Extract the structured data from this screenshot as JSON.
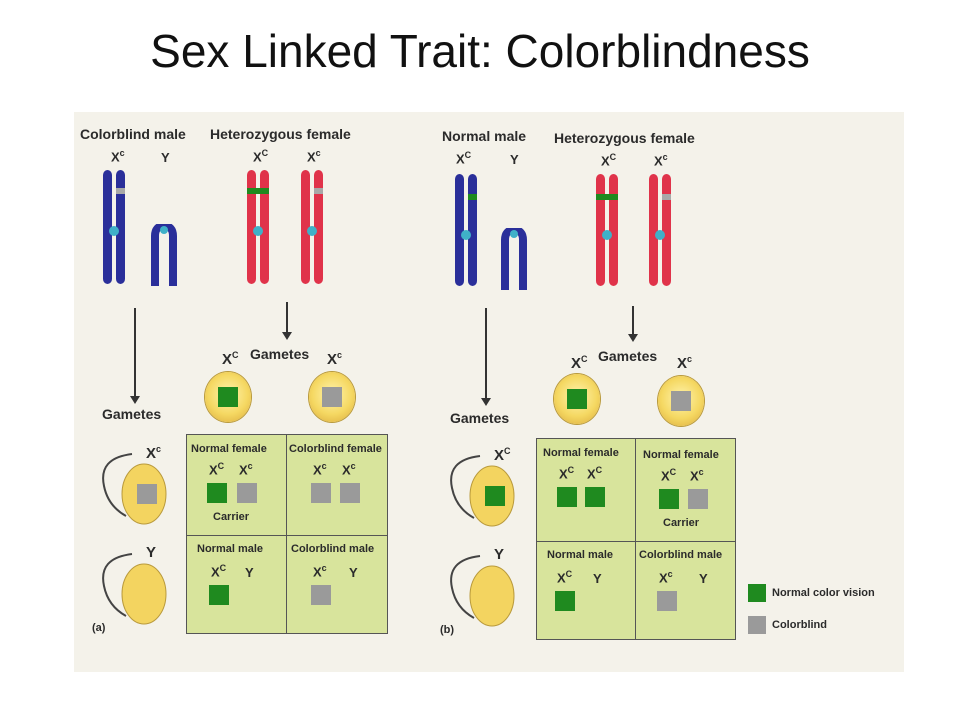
{
  "title": "Sex Linked Trait: Colorblindness",
  "colors": {
    "normal": "#1f8a1f",
    "colorblind": "#9a9a9a",
    "male_chrom": "#2a2f9a",
    "female_chrom": "#e0334a",
    "punnett": "#d8e49c"
  },
  "panel_a": {
    "tag": "(a)",
    "male_label": "Colorblind male",
    "female_label": "Heterozygous female",
    "male_x": "X",
    "male_x_sup": "c",
    "male_y": "Y",
    "female_x1": "X",
    "female_x1_sup": "C",
    "female_x2": "X",
    "female_x2_sup": "c",
    "gametes_female": "Gametes",
    "gametes_male": "Gametes",
    "egg1": "X",
    "egg1_sup": "C",
    "egg2": "X",
    "egg2_sup": "c",
    "sperm1": "X",
    "sperm1_sup": "c",
    "sperm2": "Y",
    "cells": [
      {
        "title": "Normal female",
        "a1": "X",
        "a1_sup": "C",
        "a2": "X",
        "a2_sup": "c",
        "note": "Carrier"
      },
      {
        "title": "Colorblind female",
        "a1": "X",
        "a1_sup": "c",
        "a2": "X",
        "a2_sup": "c",
        "note": ""
      },
      {
        "title": "Normal male",
        "a1": "X",
        "a1_sup": "C",
        "a2": "Y",
        "a2_sup": "",
        "note": ""
      },
      {
        "title": "Colorblind male",
        "a1": "X",
        "a1_sup": "c",
        "a2": "Y",
        "a2_sup": "",
        "note": ""
      }
    ]
  },
  "panel_b": {
    "tag": "(b)",
    "male_label": "Normal male",
    "female_label": "Heterozygous female",
    "male_x": "X",
    "male_x_sup": "C",
    "male_y": "Y",
    "female_x1": "X",
    "female_x1_sup": "C",
    "female_x2": "X",
    "female_x2_sup": "c",
    "gametes_female": "Gametes",
    "gametes_male": "Gametes",
    "egg1": "X",
    "egg1_sup": "C",
    "egg2": "X",
    "egg2_sup": "c",
    "sperm1": "X",
    "sperm1_sup": "C",
    "sperm2": "Y",
    "cells": [
      {
        "title": "Normal female",
        "a1": "X",
        "a1_sup": "C",
        "a2": "X",
        "a2_sup": "C",
        "note": ""
      },
      {
        "title": "Normal female",
        "a1": "X",
        "a1_sup": "C",
        "a2": "X",
        "a2_sup": "c",
        "note": "Carrier"
      },
      {
        "title": "Normal male",
        "a1": "X",
        "a1_sup": "C",
        "a2": "Y",
        "a2_sup": "",
        "note": ""
      },
      {
        "title": "Colorblind male",
        "a1": "X",
        "a1_sup": "c",
        "a2": "Y",
        "a2_sup": "",
        "note": ""
      }
    ]
  },
  "legend": {
    "normal": "Normal color vision",
    "colorblind": "Colorblind"
  }
}
